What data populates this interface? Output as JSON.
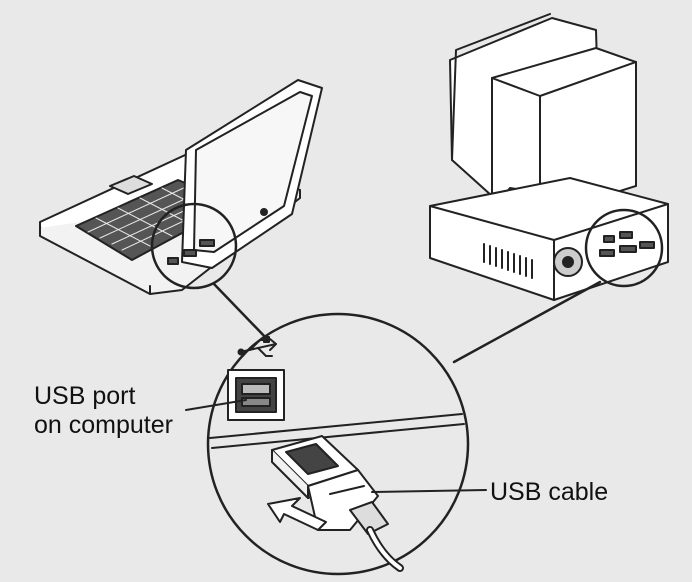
{
  "labels": {
    "usb_port_line1": "USB port",
    "usb_port_line2": "on computer",
    "usb_cable": "USB cable"
  },
  "icons": [
    "laptop-icon",
    "desktop-computer-icon",
    "usb-symbol-icon",
    "arrow-icon"
  ],
  "colors": {
    "background": "#e9e9e9",
    "stroke": "#222222",
    "fill": "#ffffff",
    "shade": "#bdbdbd"
  }
}
